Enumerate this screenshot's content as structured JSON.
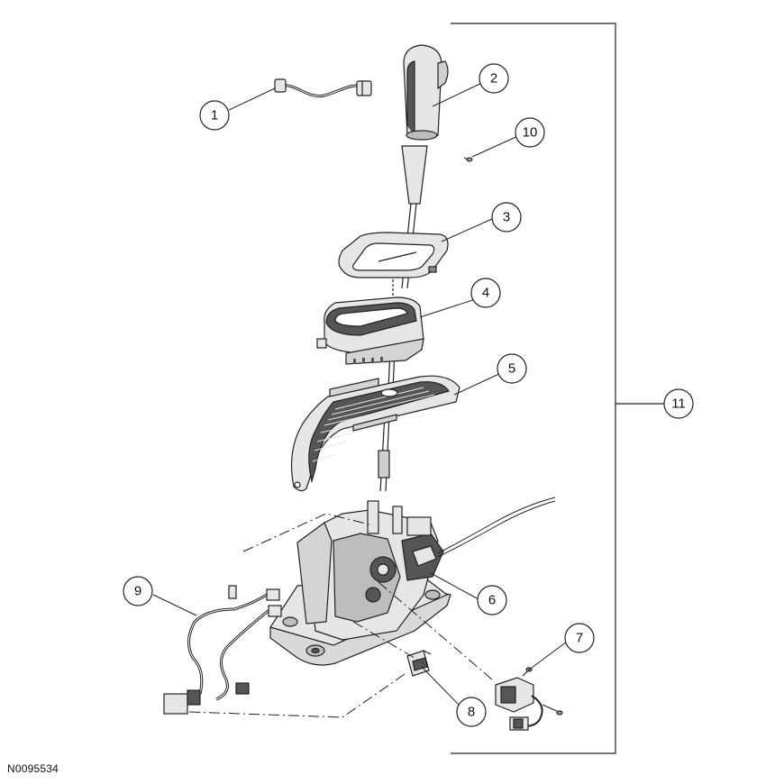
{
  "figure_id": "N0095534",
  "callouts": [
    "1",
    "2",
    "3",
    "4",
    "5",
    "6",
    "7",
    "8",
    "9",
    "10",
    "11"
  ],
  "colors": {
    "line": "#222222",
    "part_fill": "#e6e6e6",
    "part_dark": "#555555",
    "background": "#ffffff"
  }
}
